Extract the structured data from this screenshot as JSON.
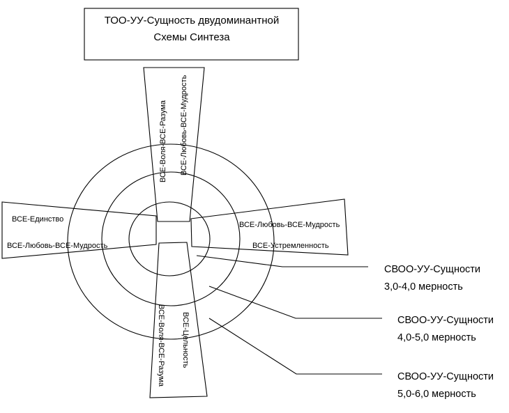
{
  "title": {
    "line1": "ТОО-УУ-Сущность двудоминантной",
    "line2": "Схемы Синтеза"
  },
  "top_arm": {
    "label_left": "ВСЕ-Воля-ВСЕ-Разума",
    "label_right": "ВСЕ-Любовь-ВСЕ-Мудрость"
  },
  "left_arm": {
    "label_top": "ВСЕ-Единство",
    "label_bottom": "ВСЕ-Любовь-ВСЕ-Мудрость"
  },
  "right_arm": {
    "label_top": "ВСЕ-Любовь-ВСЕ-Мудрость",
    "label_bottom": "ВСЕ-Устремленность"
  },
  "bottom_arm": {
    "label_left": "ВСЕ-Воля-ВСЕ-Разума",
    "label_right": "ВСЕ-Цельность"
  },
  "callouts": [
    {
      "line1": "СВОО-УУ-Сущности",
      "line2": "3,0-4,0 мерность"
    },
    {
      "line1": "СВОО-УУ-Сущности",
      "line2": "4,0-5,0 мерность"
    },
    {
      "line1": "СВОО-УУ-Сущности",
      "line2": "5,0-6,0 мерность"
    }
  ]
}
